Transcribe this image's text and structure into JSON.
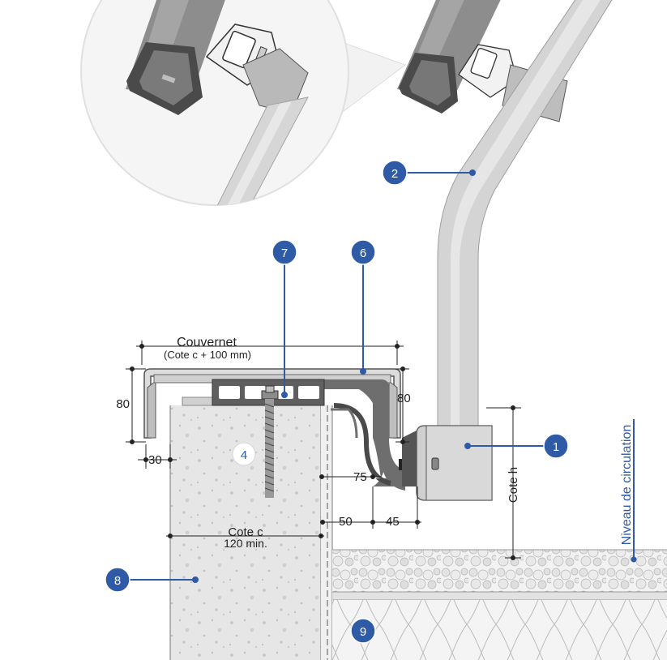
{
  "labels": {
    "couvernet": "Couvernet",
    "couvernet_sub": "(Cote c + 100 mm)",
    "dim_80_left": "80",
    "dim_80_right": "80",
    "dim_30": "30",
    "dim_75": "75",
    "dim_50": "50",
    "dim_45": "45",
    "cote_c": "Cote c",
    "cote_c_min": "120 min.",
    "cote_h": "Cote h",
    "niveau": "Niveau de circulation"
  },
  "callouts": {
    "c1": "1",
    "c2": "2",
    "c4": "4",
    "c6": "6",
    "c7": "7",
    "c8": "8",
    "c9": "9"
  },
  "colors": {
    "callout_fill": "#2f5aa6",
    "line_blue": "#2f5aa6",
    "concrete": "#e4e4e4",
    "pipe": "#d4d4d4",
    "profile": "#6e6e6e"
  }
}
